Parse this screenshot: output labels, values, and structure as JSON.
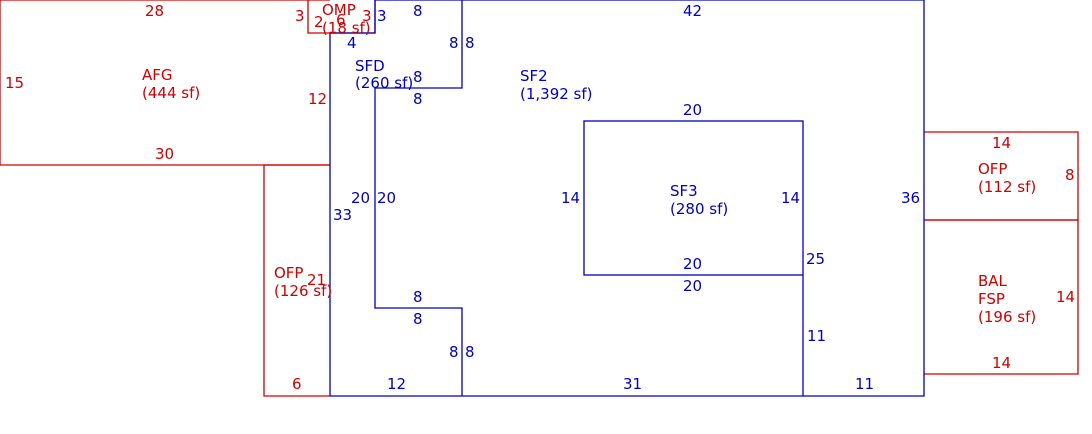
{
  "colors": {
    "living": "#0000c0",
    "other": "#d00000"
  },
  "areas": {
    "afg": {
      "code": "AFG",
      "size": "(444 sf)"
    },
    "omp": {
      "code": "OMP",
      "size": "(18 sf)"
    },
    "sfd": {
      "code": "SFD",
      "size": "(260 sf)"
    },
    "sf2": {
      "code": "SF2",
      "size": "(1,392 sf)"
    },
    "sf3": {
      "code": "SF3",
      "size": "(280 sf)"
    },
    "ofp_left": {
      "code": "OFP",
      "size": "(126 sf)"
    },
    "ofp_right": {
      "code": "OFP",
      "size": "(112 sf)"
    },
    "bal": {
      "code": "BAL",
      "code2": "FSP",
      "size": "(196 sf)"
    }
  },
  "dims": {
    "afg_top": "28",
    "afg_left": "15",
    "afg_right": "12",
    "afg_bottom": "30",
    "omp_left": "3",
    "omp_a": "2",
    "omp_b": "6",
    "omp_c": "3",
    "omp_right": "3",
    "sfd_top": "8",
    "sfd_4": "4",
    "sfd_right_a": "8",
    "sfd_right_b": "8",
    "sfd_inner_a": "8",
    "sfd_inner_b": "8",
    "sf2_top": "42",
    "sf3_top": "20",
    "sf3_left": "14",
    "sf3_right": "14",
    "sf3_bottom": "20",
    "sf2_lower_20": "20",
    "sf2_25": "25",
    "left_20a": "20",
    "left_20b": "20",
    "left_33": "33",
    "ofp_left_21": "21",
    "ofp_left_6": "6",
    "low_8a": "8",
    "low_8b": "8",
    "low_8c": "8",
    "low_8d": "8",
    "bottom_12": "12",
    "bottom_31": "31",
    "bottom_11": "11",
    "right_11": "11",
    "right_36": "36",
    "ofp_r_top": "14",
    "ofp_r_right": "8",
    "bal_right": "14",
    "bal_bottom": "14"
  }
}
